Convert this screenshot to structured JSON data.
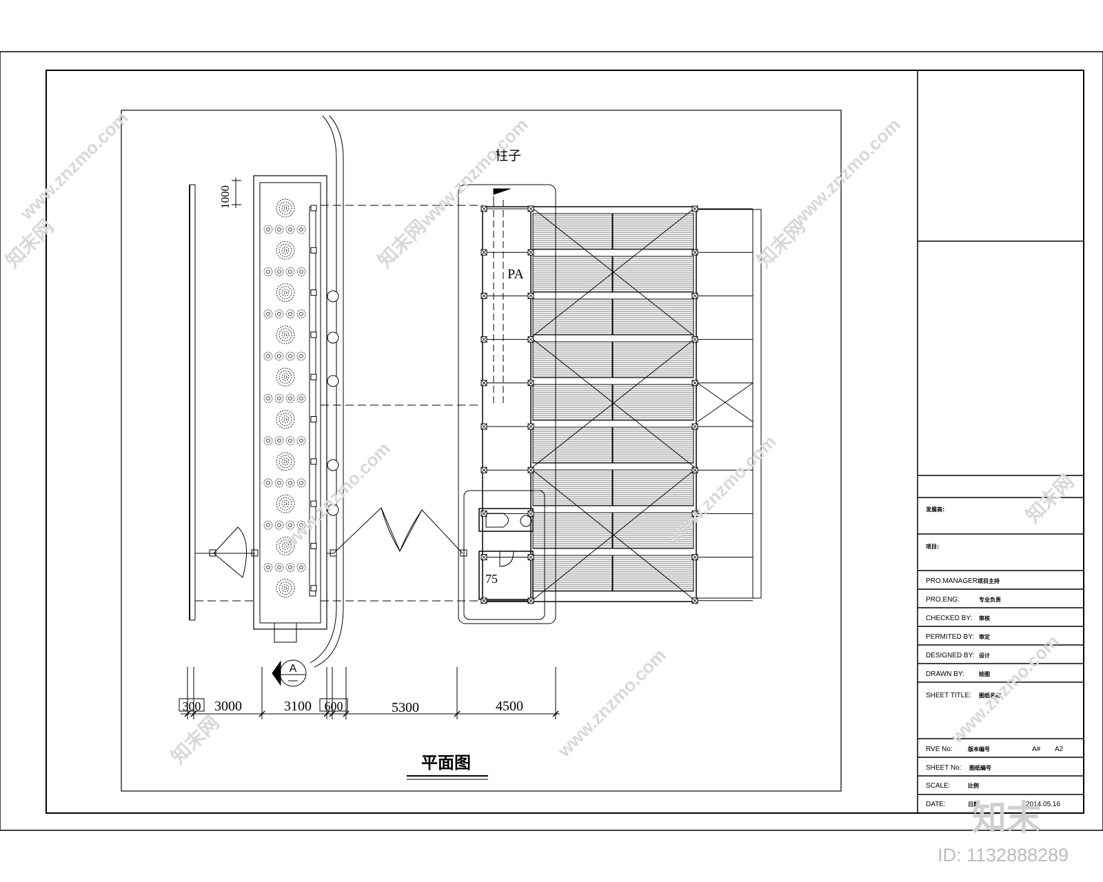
{
  "drawing": {
    "title": "平面图",
    "column_label": "柱子",
    "pa_label": "PA",
    "room_dim": "75",
    "vertical_dim": "1000",
    "section_marker": "A",
    "dimensions": [
      "300",
      "3000",
      "3100",
      "600",
      "5300",
      "4500"
    ]
  },
  "title_block": {
    "client_label": "发展商:",
    "project_label": "项目:",
    "rows": [
      {
        "label": "PRO.MANAGER:",
        "value": "项目主持"
      },
      {
        "label": "PRO.ENG:",
        "value": "专业负责"
      },
      {
        "label": "CHECKED  BY:",
        "value": "审核"
      },
      {
        "label": "PERMITED BY:",
        "value": "审定"
      },
      {
        "label": "DESIGNED  BY:",
        "value": "设计"
      },
      {
        "label": "DRAWN  BY:",
        "value": "绘图"
      }
    ],
    "sheet_title_label": "SHEET  TITLE:",
    "sheet_title_value": "图纸名称",
    "rve_label": "RVE  No:",
    "rve_value": "版本编号",
    "size_label": "A#",
    "size_value": "A2",
    "sheet_no_label": "SHEET  No:",
    "sheet_no_value": "图纸编号",
    "scale_label": "SCALE:",
    "scale_value": "比例",
    "date_label": "DATE:",
    "date_value": "日期",
    "date_text": "2014.05.16"
  },
  "watermark": {
    "text": "www.znzmo.com",
    "cn": "知末网",
    "logo": "知末",
    "id_text": "ID: 1132888289"
  }
}
